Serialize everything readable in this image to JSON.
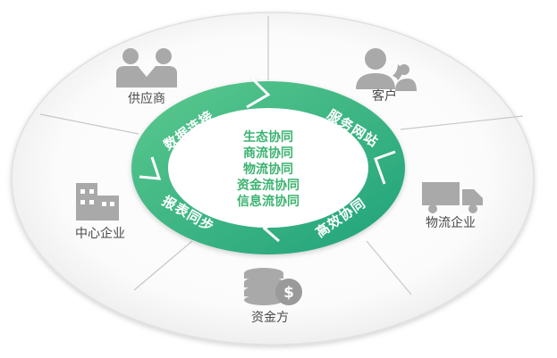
{
  "colors": {
    "green": "#2fb07a",
    "green_light": "#5cc98e",
    "icon_gray": "#a9a9a9",
    "text": "#4a4a4a",
    "core_text": "#3cb371"
  },
  "partners": {
    "supplier": {
      "label": "供应商",
      "icon": "handshake-people-icon"
    },
    "customer": {
      "label": "客户",
      "icon": "customer-service-icon"
    },
    "logistics": {
      "label": "物流企业",
      "icon": "truck-icon"
    },
    "funder": {
      "label": "资金方",
      "icon": "coins-icon"
    },
    "central": {
      "label": "中心企业",
      "icon": "office-building-icon"
    }
  },
  "cycle": {
    "data_link": "数据连接",
    "service_net": "服务网站",
    "efficient_sync": "高效协同",
    "report_sync": "报表同步"
  },
  "core": {
    "items": [
      "生态协同",
      "商流协同",
      "物流协同",
      "资金流协同",
      "信息流协同"
    ]
  }
}
